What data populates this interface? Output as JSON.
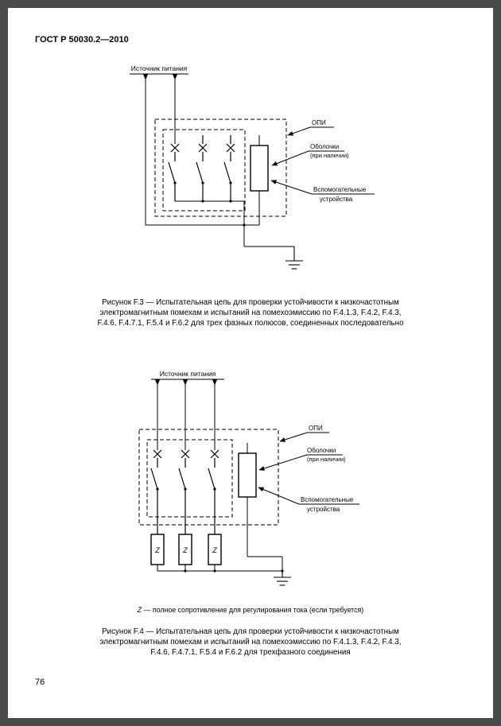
{
  "page": {
    "header": "ГОСТ Р 50030.2—2010",
    "number": "76"
  },
  "fig3": {
    "source_label": "Источник питания",
    "label_opi": "ОПИ",
    "label_enclosure_1": "Оболочки",
    "label_enclosure_2": "(при наличии)",
    "label_aux_1": "Вспомогательные",
    "label_aux_2": "устройства",
    "caption_lines": [
      "Рисунок F.3 — Испытательная цепь для проверки устойчивости к низкочастотным",
      "электромагнитным помехам и испытаний на помехоэмиссию по F.4.1.3, F.4.2, F.4.3,",
      "F.4.6, F.4.7.1, F.5.4 и F.6.2  для трех фазных полюсов, соединенных последовательно"
    ]
  },
  "fig4": {
    "source_label": "Источник питания",
    "label_opi": "ОПИ",
    "label_enclosure_1": "Оболочки",
    "label_enclosure_2": "(при наличии)",
    "label_aux_1": "Вспомогательные",
    "label_aux_2": "устройства",
    "impedance_label": "Z",
    "note_symbol": "Z",
    "note_text": "— полное сопротивление для регулирования тока (если требуется)",
    "caption_lines": [
      "Рисунок F.4 — Испытательная цепь для проверки устойчивости к низкочастотным",
      "электромагнитным помехам и испытаний на помехоэмиссию по F.4.1.3, F.4.2, F.4.3,",
      "F.4.6, F.4.7.1, F.5.4 и F.6.2  для трехфазного соединения"
    ]
  }
}
